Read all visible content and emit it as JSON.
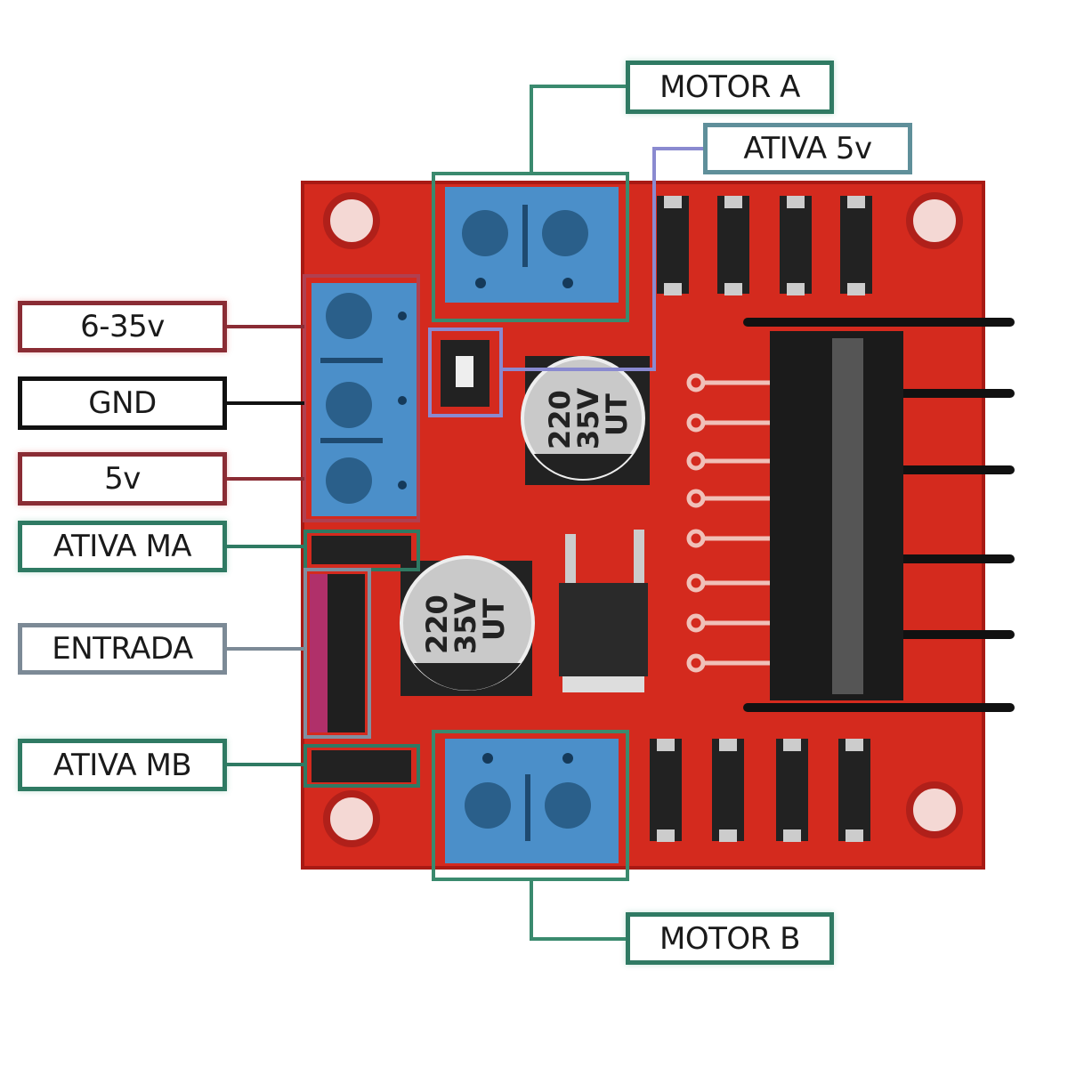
{
  "labels": {
    "motor_a": "MOTOR A",
    "ativa_5v": "ATIVA 5v",
    "power_in": "6-35v",
    "gnd": "GND",
    "five_v": "5v",
    "ativa_ma": "ATIVA MA",
    "entrada": "ENTRADA",
    "ativa_mb": "ATIVA MB",
    "motor_b": "MOTOR B"
  },
  "capacitor": {
    "line1": "220",
    "line2": "35V",
    "line3": "UT"
  },
  "colors": {
    "board": "#d42a1e",
    "terminal": "#4b8fc9",
    "heatsink": "#1b1b1b"
  }
}
